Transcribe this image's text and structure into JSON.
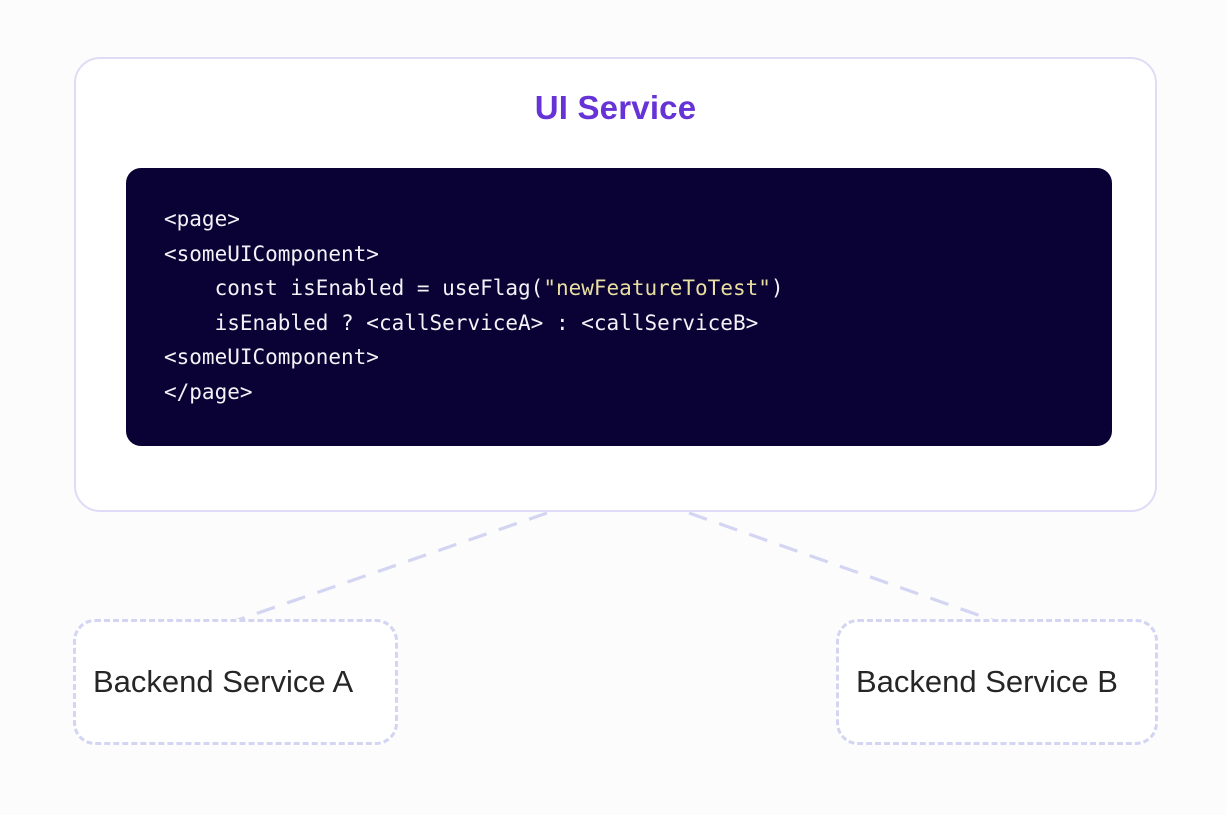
{
  "diagram": {
    "type": "architecture-diagram",
    "background_color": "#fcfcfc"
  },
  "ui_service": {
    "title": "UI Service",
    "title_color": "#6633d6",
    "border_color": "#dedcf6",
    "code_block": {
      "background_color": "#0a0235",
      "text_color": "#f2f2f7",
      "string_color": "#e8dfa1",
      "lines": [
        {
          "indent": "",
          "before": "<page>",
          "string": "",
          "after": ""
        },
        {
          "indent": "",
          "before": "<someUIComponent>",
          "string": "",
          "after": ""
        },
        {
          "indent": "    ",
          "before": "const isEnabled = useFlag(",
          "string": "\"newFeatureToTest\"",
          "after": ")"
        },
        {
          "indent": "    ",
          "before": "isEnabled ? <callServiceA> : <callServiceB>",
          "string": "",
          "after": ""
        },
        {
          "indent": "",
          "before": "<someUIComponent>",
          "string": "",
          "after": ""
        },
        {
          "indent": "",
          "before": "</page>",
          "string": "",
          "after": ""
        }
      ]
    }
  },
  "backends": [
    {
      "label": "Backend Service A",
      "border_color": "#d3d5f2"
    },
    {
      "label": "Backend Service B",
      "border_color": "#d3d5f2"
    }
  ],
  "connectors": {
    "color": "#d3d5f2",
    "style": "dashed",
    "edges": [
      {
        "from": "ui-service",
        "to": "backend-service-a"
      },
      {
        "from": "ui-service",
        "to": "backend-service-b"
      }
    ]
  }
}
